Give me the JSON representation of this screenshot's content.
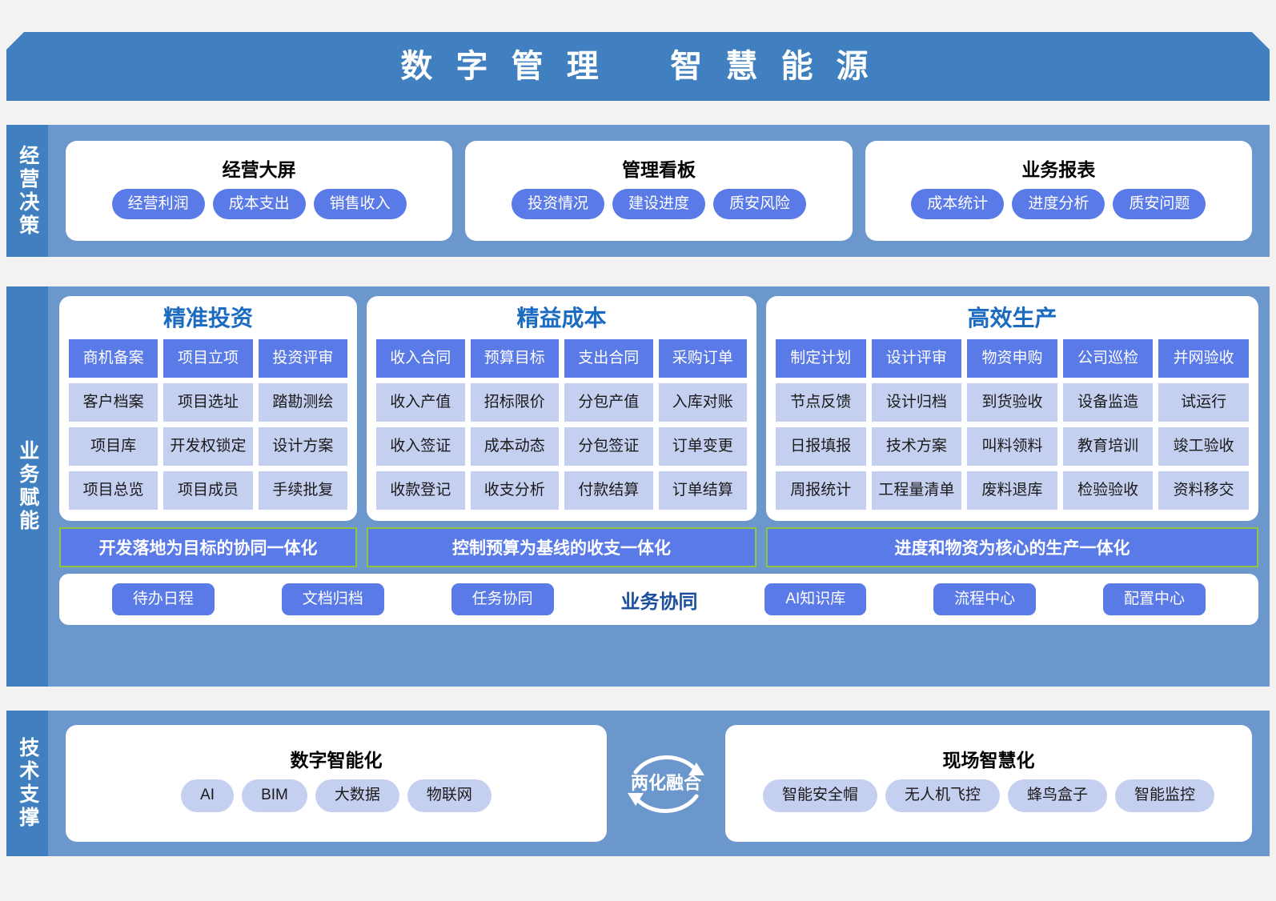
{
  "banner": {
    "title": "数 字 管 理    智 慧 能 源"
  },
  "colors": {
    "banner_bg": "#4180c0",
    "band_bg": "#6c97cd",
    "label_bg": "#4180c0",
    "accent_blue": "#5a7ae8",
    "cell_light": "#c5cff0",
    "integration_border": "#8ec63f",
    "col_title": "#1b6bc0",
    "page_bg": "#f2f2f2"
  },
  "tier_decision": {
    "label": "经营决策",
    "panels": [
      {
        "title": "经营大屏",
        "items": [
          "经营利润",
          "成本支出",
          "销售收入"
        ]
      },
      {
        "title": "管理看板",
        "items": [
          "投资情况",
          "建设进度",
          "质安风险"
        ]
      },
      {
        "title": "业务报表",
        "items": [
          "成本统计",
          "进度分析",
          "质安问题"
        ]
      }
    ]
  },
  "tier_enablement": {
    "label": "业务赋能",
    "columns": [
      {
        "title": "精准投资",
        "columns_count": 3,
        "header": [
          "商机备案",
          "项目立项",
          "投资评审"
        ],
        "rows": [
          [
            "客户档案",
            "项目选址",
            "踏勘测绘"
          ],
          [
            "项目库",
            "开发权锁定",
            "设计方案"
          ],
          [
            "项目总览",
            "项目成员",
            "手续批复"
          ]
        ],
        "integration": "开发落地为目标的协同一体化"
      },
      {
        "title": "精益成本",
        "columns_count": 4,
        "header": [
          "收入合同",
          "预算目标",
          "支出合同",
          "采购订单"
        ],
        "rows": [
          [
            "收入产值",
            "招标限价",
            "分包产值",
            "入库对账"
          ],
          [
            "收入签证",
            "成本动态",
            "分包签证",
            "订单变更"
          ],
          [
            "收款登记",
            "收支分析",
            "付款结算",
            "订单结算"
          ]
        ],
        "integration": "控制预算为基线的收支一体化"
      },
      {
        "title": "高效生产",
        "columns_count": 5,
        "header": [
          "制定计划",
          "设计评审",
          "物资申购",
          "公司巡检",
          "并网验收"
        ],
        "rows": [
          [
            "节点反馈",
            "设计归档",
            "到货验收",
            "设备监造",
            "试运行"
          ],
          [
            "日报填报",
            "技术方案",
            "叫料领料",
            "教育培训",
            "竣工验收"
          ],
          [
            "周报统计",
            "工程量清单",
            "废料退库",
            "检验验收",
            "资料移交"
          ]
        ],
        "integration": "进度和物资为核心的生产一体化"
      }
    ],
    "collaboration": {
      "label": "业务协同",
      "left_buttons": [
        "待办日程",
        "文档归档",
        "任务协同"
      ],
      "right_buttons": [
        "AI知识库",
        "流程中心",
        "配置中心"
      ]
    }
  },
  "tier_tech": {
    "label": "技术支撑",
    "left_card": {
      "title": "数字智能化",
      "items": [
        "AI",
        "BIM",
        "大数据",
        "物联网"
      ]
    },
    "fusion": {
      "label": "两化融合",
      "icon": "cycle-arrows-icon"
    },
    "right_card": {
      "title": "现场智慧化",
      "items": [
        "智能安全帽",
        "无人机飞控",
        "蜂鸟盒子",
        "智能监控"
      ]
    }
  }
}
